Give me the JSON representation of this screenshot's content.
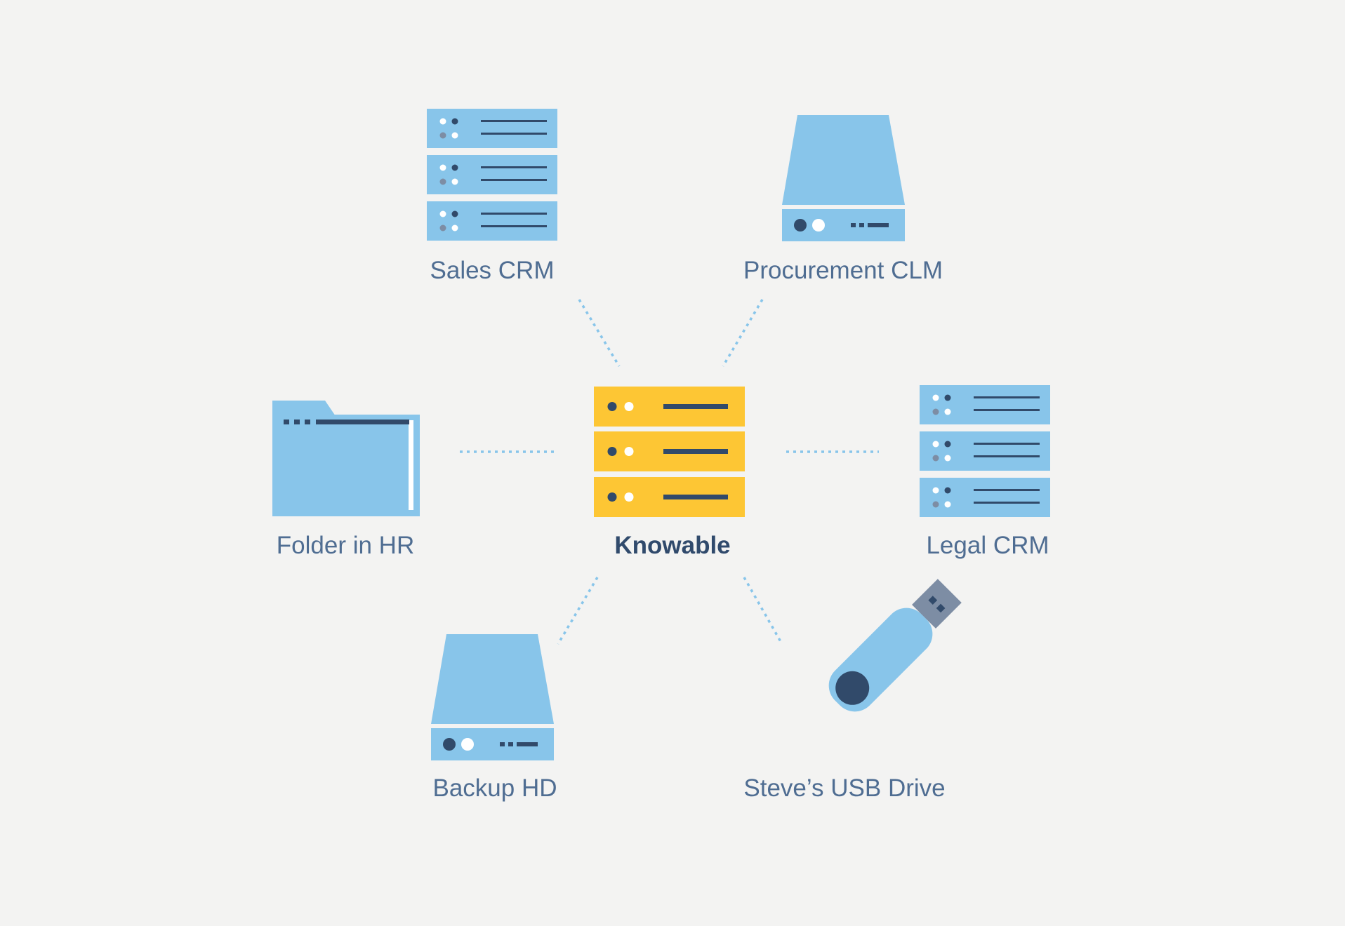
{
  "colors": {
    "background": "#f3f3f2",
    "device_blue": "#88c5ea",
    "hub_yellow": "#fdc634",
    "dark_navy": "#314a6a",
    "label_text": "#4f6d92",
    "connector": "#88c5ea",
    "usb_metal": "#7d8da4"
  },
  "hub": {
    "label": "Knowable",
    "icon": "server-stack-icon"
  },
  "nodes": {
    "sales_crm": {
      "label": "Sales CRM",
      "icon": "server-stack-icon"
    },
    "procurement_clm": {
      "label": "Procurement CLM",
      "icon": "hard-drive-icon"
    },
    "folder_hr": {
      "label": "Folder in HR",
      "icon": "folder-icon"
    },
    "legal_crm": {
      "label": "Legal CRM",
      "icon": "server-stack-icon"
    },
    "backup_hd": {
      "label": "Backup HD",
      "icon": "hard-drive-icon"
    },
    "usb_drive": {
      "label": "Steve’s USB Drive",
      "icon": "usb-drive-icon"
    }
  }
}
